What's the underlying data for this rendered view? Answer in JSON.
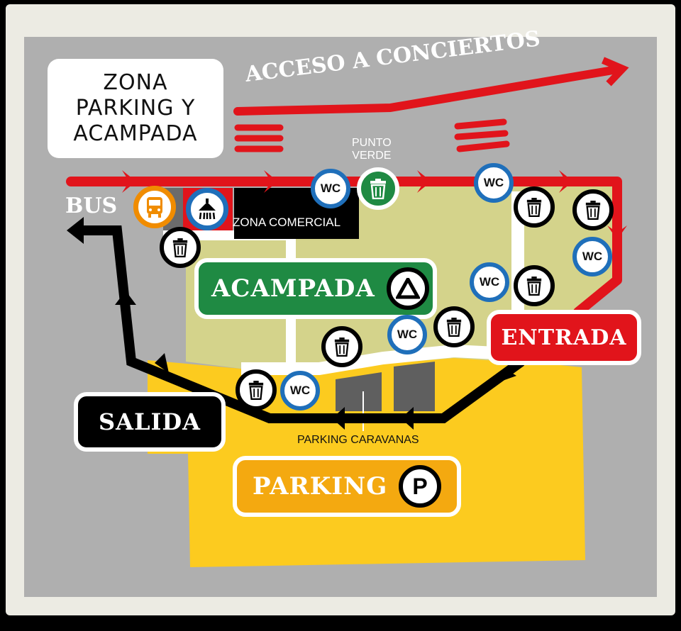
{
  "title": {
    "lines": [
      "ZONA",
      "PARKING Y",
      "ACAMPADA"
    ]
  },
  "labels": {
    "acceso": "ACCESO A CONCIERTOS",
    "bus": "BUS",
    "zona_comercial": "ZONA COMERCIAL",
    "punto_verde_1": "PUNTO",
    "punto_verde_2": "VERDE",
    "parking_caravanas": "PARKING CARAVANAS"
  },
  "signs": {
    "acampada": "ACAMPADA",
    "entrada": "ENTRADA",
    "salida": "SALIDA",
    "parking": "PARKING",
    "parking_symbol": "P"
  },
  "icons": {
    "wc_label": "WC"
  },
  "colors": {
    "background_gray": "#afafaf",
    "campsite_green_area": "#d4d38b",
    "parking_yellow": "#fccb1f",
    "route_red": "#e1141b",
    "route_black": "#000000",
    "acampada_green": "#1f8a43",
    "entrada_red": "#e1141b",
    "parking_orange": "#f4a910",
    "wc_blue": "#1f6fba",
    "bus_orange": "#f08c00",
    "punto_verde_green": "#1f8a43"
  }
}
